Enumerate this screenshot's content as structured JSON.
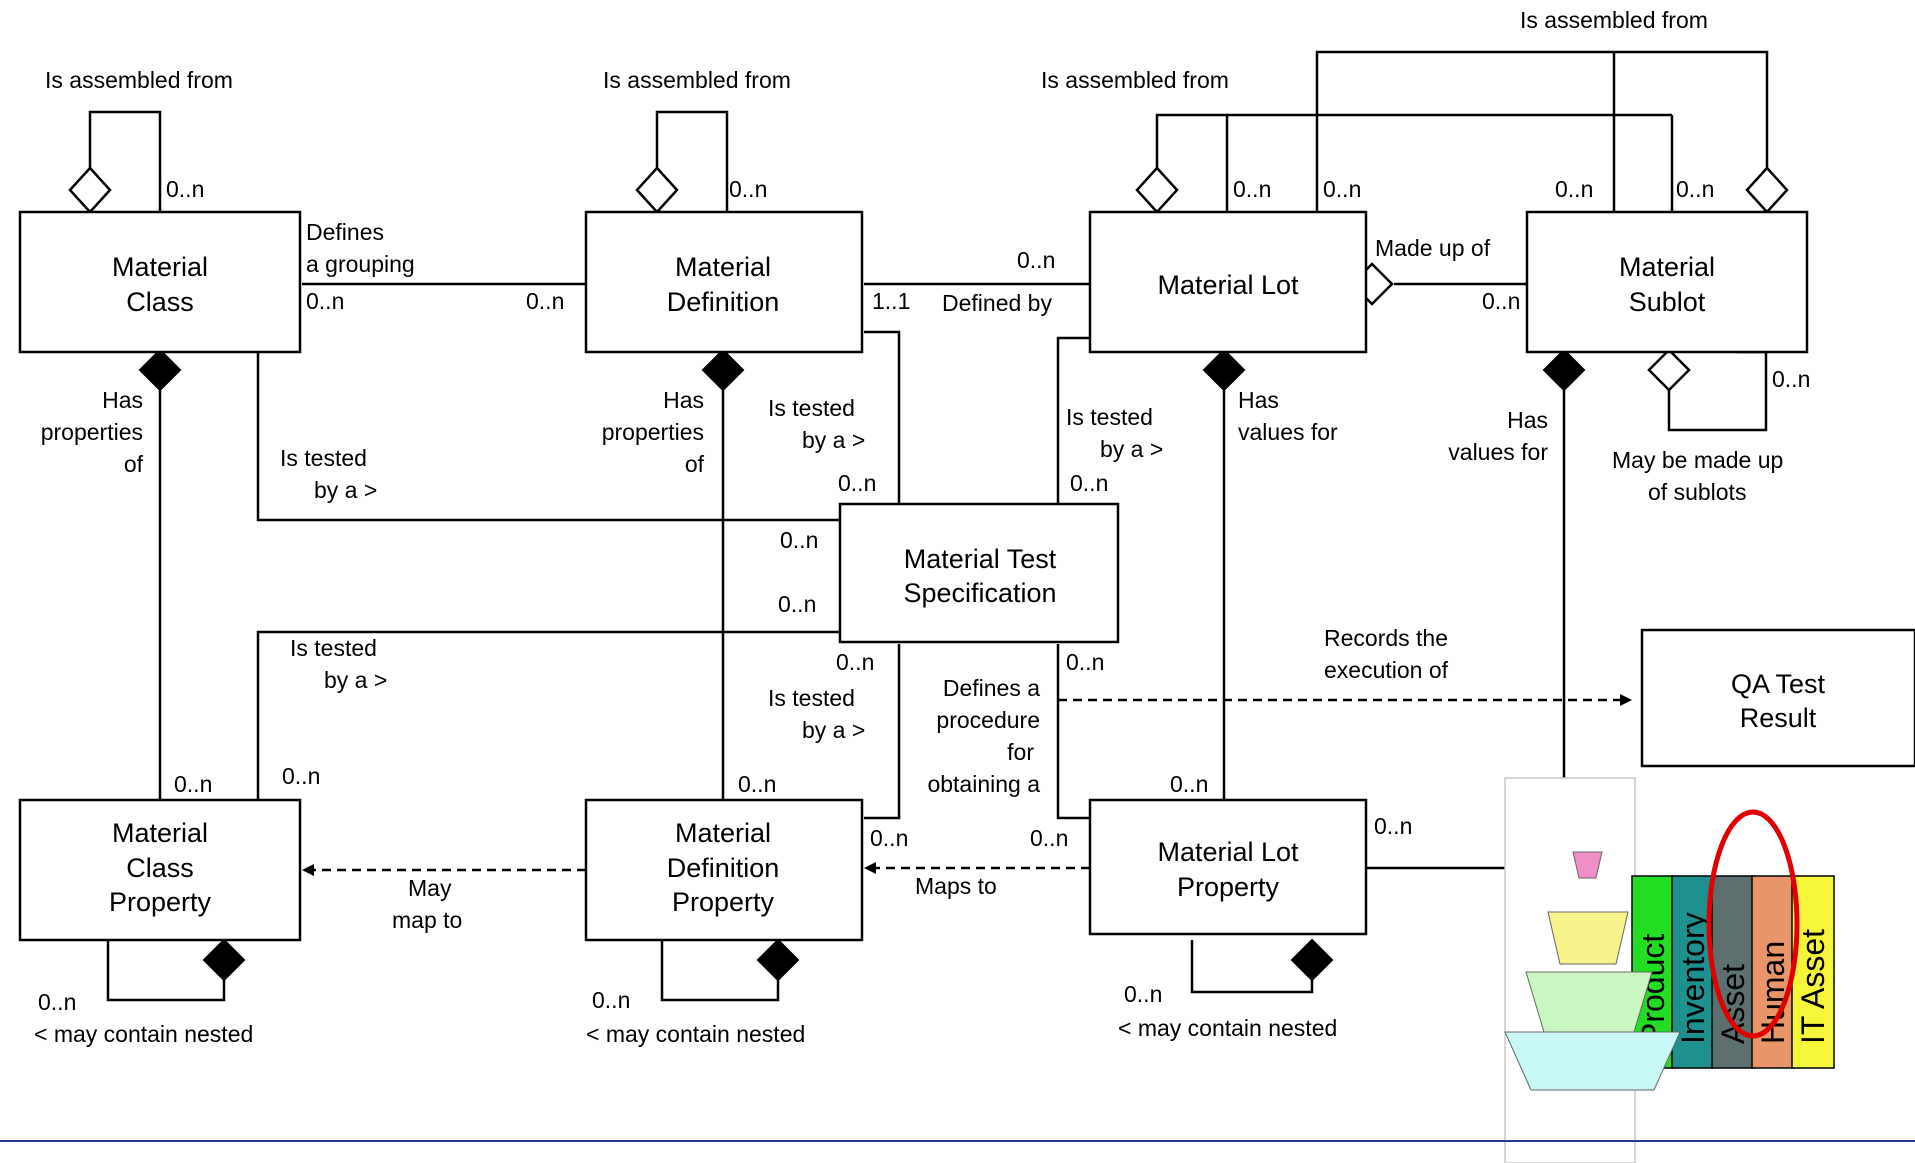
{
  "boxes": {
    "material_class": [
      "Material",
      "Class"
    ],
    "material_definition": [
      "Material",
      "Definition"
    ],
    "material_lot": [
      "Material Lot"
    ],
    "material_sublot": [
      "Material",
      "Sublot"
    ],
    "material_test_spec": [
      "Material Test",
      "Specification"
    ],
    "qa_test_result": [
      "QA Test",
      "Result"
    ],
    "material_class_property": [
      "Material",
      "Class",
      "Property"
    ],
    "material_definition_property": [
      "Material",
      "Definition",
      "Property"
    ],
    "material_lot_property": [
      "Material Lot",
      "Property"
    ]
  },
  "labels": {
    "is_assembled_from": "Is assembled from",
    "defines_a": "Defines",
    "grouping": "a grouping",
    "made_up_of": "Made up of",
    "defined_by": "Defined by",
    "has": "Has",
    "properties": "properties",
    "of": "of",
    "is_tested": "Is tested",
    "by_a": "by a >",
    "values_for": "values for",
    "may_be_made_up": "May be made up",
    "of_sublots": "of sublots",
    "records_the": "Records the",
    "execution_of": "execution of",
    "defines_a_proc": "Defines a",
    "procedure": "procedure",
    "for": "for",
    "obtaining_a": "obtaining a",
    "may": "May",
    "map_to": "map to",
    "maps_to": "Maps to",
    "may_contain_nested": "< may contain nested"
  },
  "multiplicity": {
    "zero_n": "0..n",
    "one_one": "1..1"
  },
  "thumbnail": {
    "tabs": [
      "Product",
      "Inventory",
      "Asset",
      "Human",
      "IT Asset"
    ],
    "tab_colors": [
      "#22dd22",
      "#1e9090",
      "#5c7070",
      "#e8956a",
      "#f5f53a"
    ],
    "pyramid_colors": [
      "#f08cc8",
      "#f7f28a",
      "#c8f7c0",
      "#c8f7f7"
    ],
    "highlight_color": "#e00000"
  },
  "footer": {
    "rule_color": "#1f3c88"
  }
}
